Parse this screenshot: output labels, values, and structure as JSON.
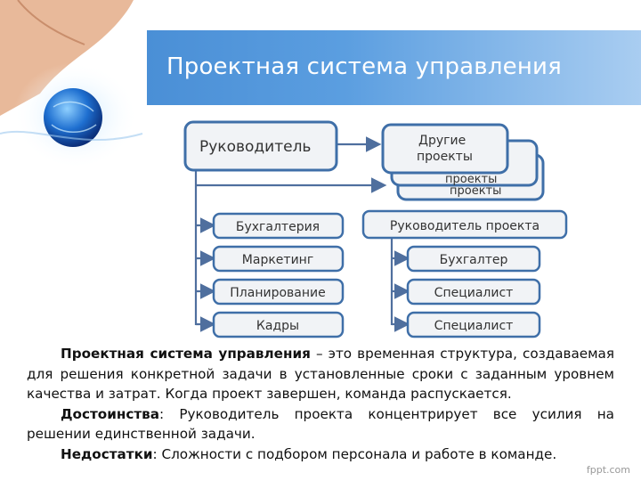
{
  "slide": {
    "title": "Проектная система управления",
    "diagram": {
      "head_box": "Руководитель",
      "other_projects": [
        "Другие",
        "проекты"
      ],
      "ghost_projects": [
        "проекты",
        "проекты"
      ],
      "departments": [
        "Бухгалтерия",
        "Маркетинг",
        "Планирование",
        "Кадры"
      ],
      "project_manager": "Руководитель проекта",
      "project_team": [
        "Бухгалтер",
        "Специалист",
        "Специалист"
      ]
    },
    "paragraphs": [
      {
        "term": "Проектная система управления",
        "text": " – это временная структура, создаваемая для решения конкретной задачи в установленные сроки с заданным уровнем качества и затрат. Когда проект завершен, команда распускается."
      },
      {
        "term": "Достоинства",
        "text": ": Руководитель проекта концентрирует все усилия на решении единственной задачи."
      },
      {
        "term": "Недостатки",
        "text": ": Сложности с подбором персонала и работе в команде."
      }
    ],
    "watermark": "fppt.com"
  },
  "colors": {
    "title_band": "#5b9ee0",
    "box_border": "#3f6fa8",
    "box_fill": "#f1f3f6",
    "arrow": "#4f6f9e"
  }
}
